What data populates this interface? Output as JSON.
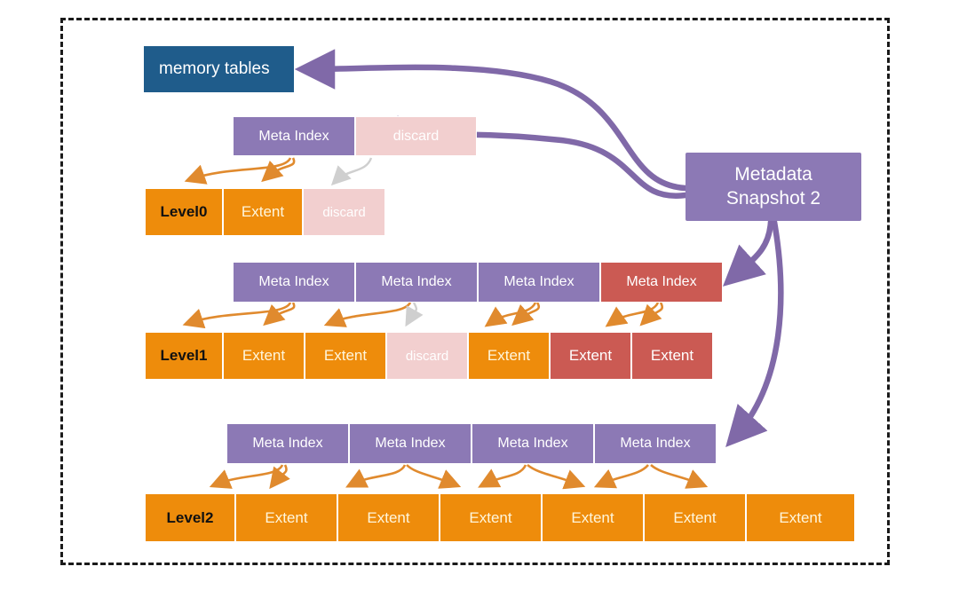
{
  "diagram": {
    "title_box": {
      "label": "memory tables",
      "color": "#1F5C8B"
    },
    "snapshot": {
      "line1": "Metadata",
      "line2": "Snapshot 2",
      "color": "#8C79B5"
    },
    "palette": {
      "purple": "#8C79B5",
      "red": "#CB5A53",
      "orange": "#EE8C0B",
      "pink": "#F2CFCF",
      "blue": "#1F5C8B",
      "arrow_orange": "#E08A2E",
      "arrow_purple": "#8069A8",
      "arrow_gray": "#CCCCCC",
      "frame": "#1a1a1a"
    },
    "levels": [
      {
        "name": "Level0",
        "meta_indexes": [
          {
            "label": "Meta Index",
            "state": "active"
          },
          {
            "label": "discard",
            "state": "discarded"
          }
        ],
        "extents": [
          {
            "label": "Level0",
            "state": "level"
          },
          {
            "label": "Extent",
            "state": "active"
          },
          {
            "label": "discard",
            "state": "discarded"
          }
        ]
      },
      {
        "name": "Level1",
        "meta_indexes": [
          {
            "label": "Meta Index",
            "state": "active"
          },
          {
            "label": "Meta Index",
            "state": "active"
          },
          {
            "label": "Meta Index",
            "state": "active"
          },
          {
            "label": "Meta Index",
            "state": "new"
          }
        ],
        "extents": [
          {
            "label": "Level1",
            "state": "level"
          },
          {
            "label": "Extent",
            "state": "active"
          },
          {
            "label": "Extent",
            "state": "active"
          },
          {
            "label": "discard",
            "state": "discarded"
          },
          {
            "label": "Extent",
            "state": "active"
          },
          {
            "label": "Extent",
            "state": "new"
          },
          {
            "label": "Extent",
            "state": "new"
          }
        ]
      },
      {
        "name": "Level2",
        "meta_indexes": [
          {
            "label": "Meta Index",
            "state": "active"
          },
          {
            "label": "Meta Index",
            "state": "active"
          },
          {
            "label": "Meta Index",
            "state": "active"
          },
          {
            "label": "Meta Index",
            "state": "active"
          }
        ],
        "extents": [
          {
            "label": "Level2",
            "state": "level"
          },
          {
            "label": "Extent",
            "state": "active"
          },
          {
            "label": "Extent",
            "state": "active"
          },
          {
            "label": "Extent",
            "state": "active"
          },
          {
            "label": "Extent",
            "state": "active"
          },
          {
            "label": "Extent",
            "state": "active"
          },
          {
            "label": "Extent",
            "state": "active"
          }
        ]
      }
    ]
  }
}
